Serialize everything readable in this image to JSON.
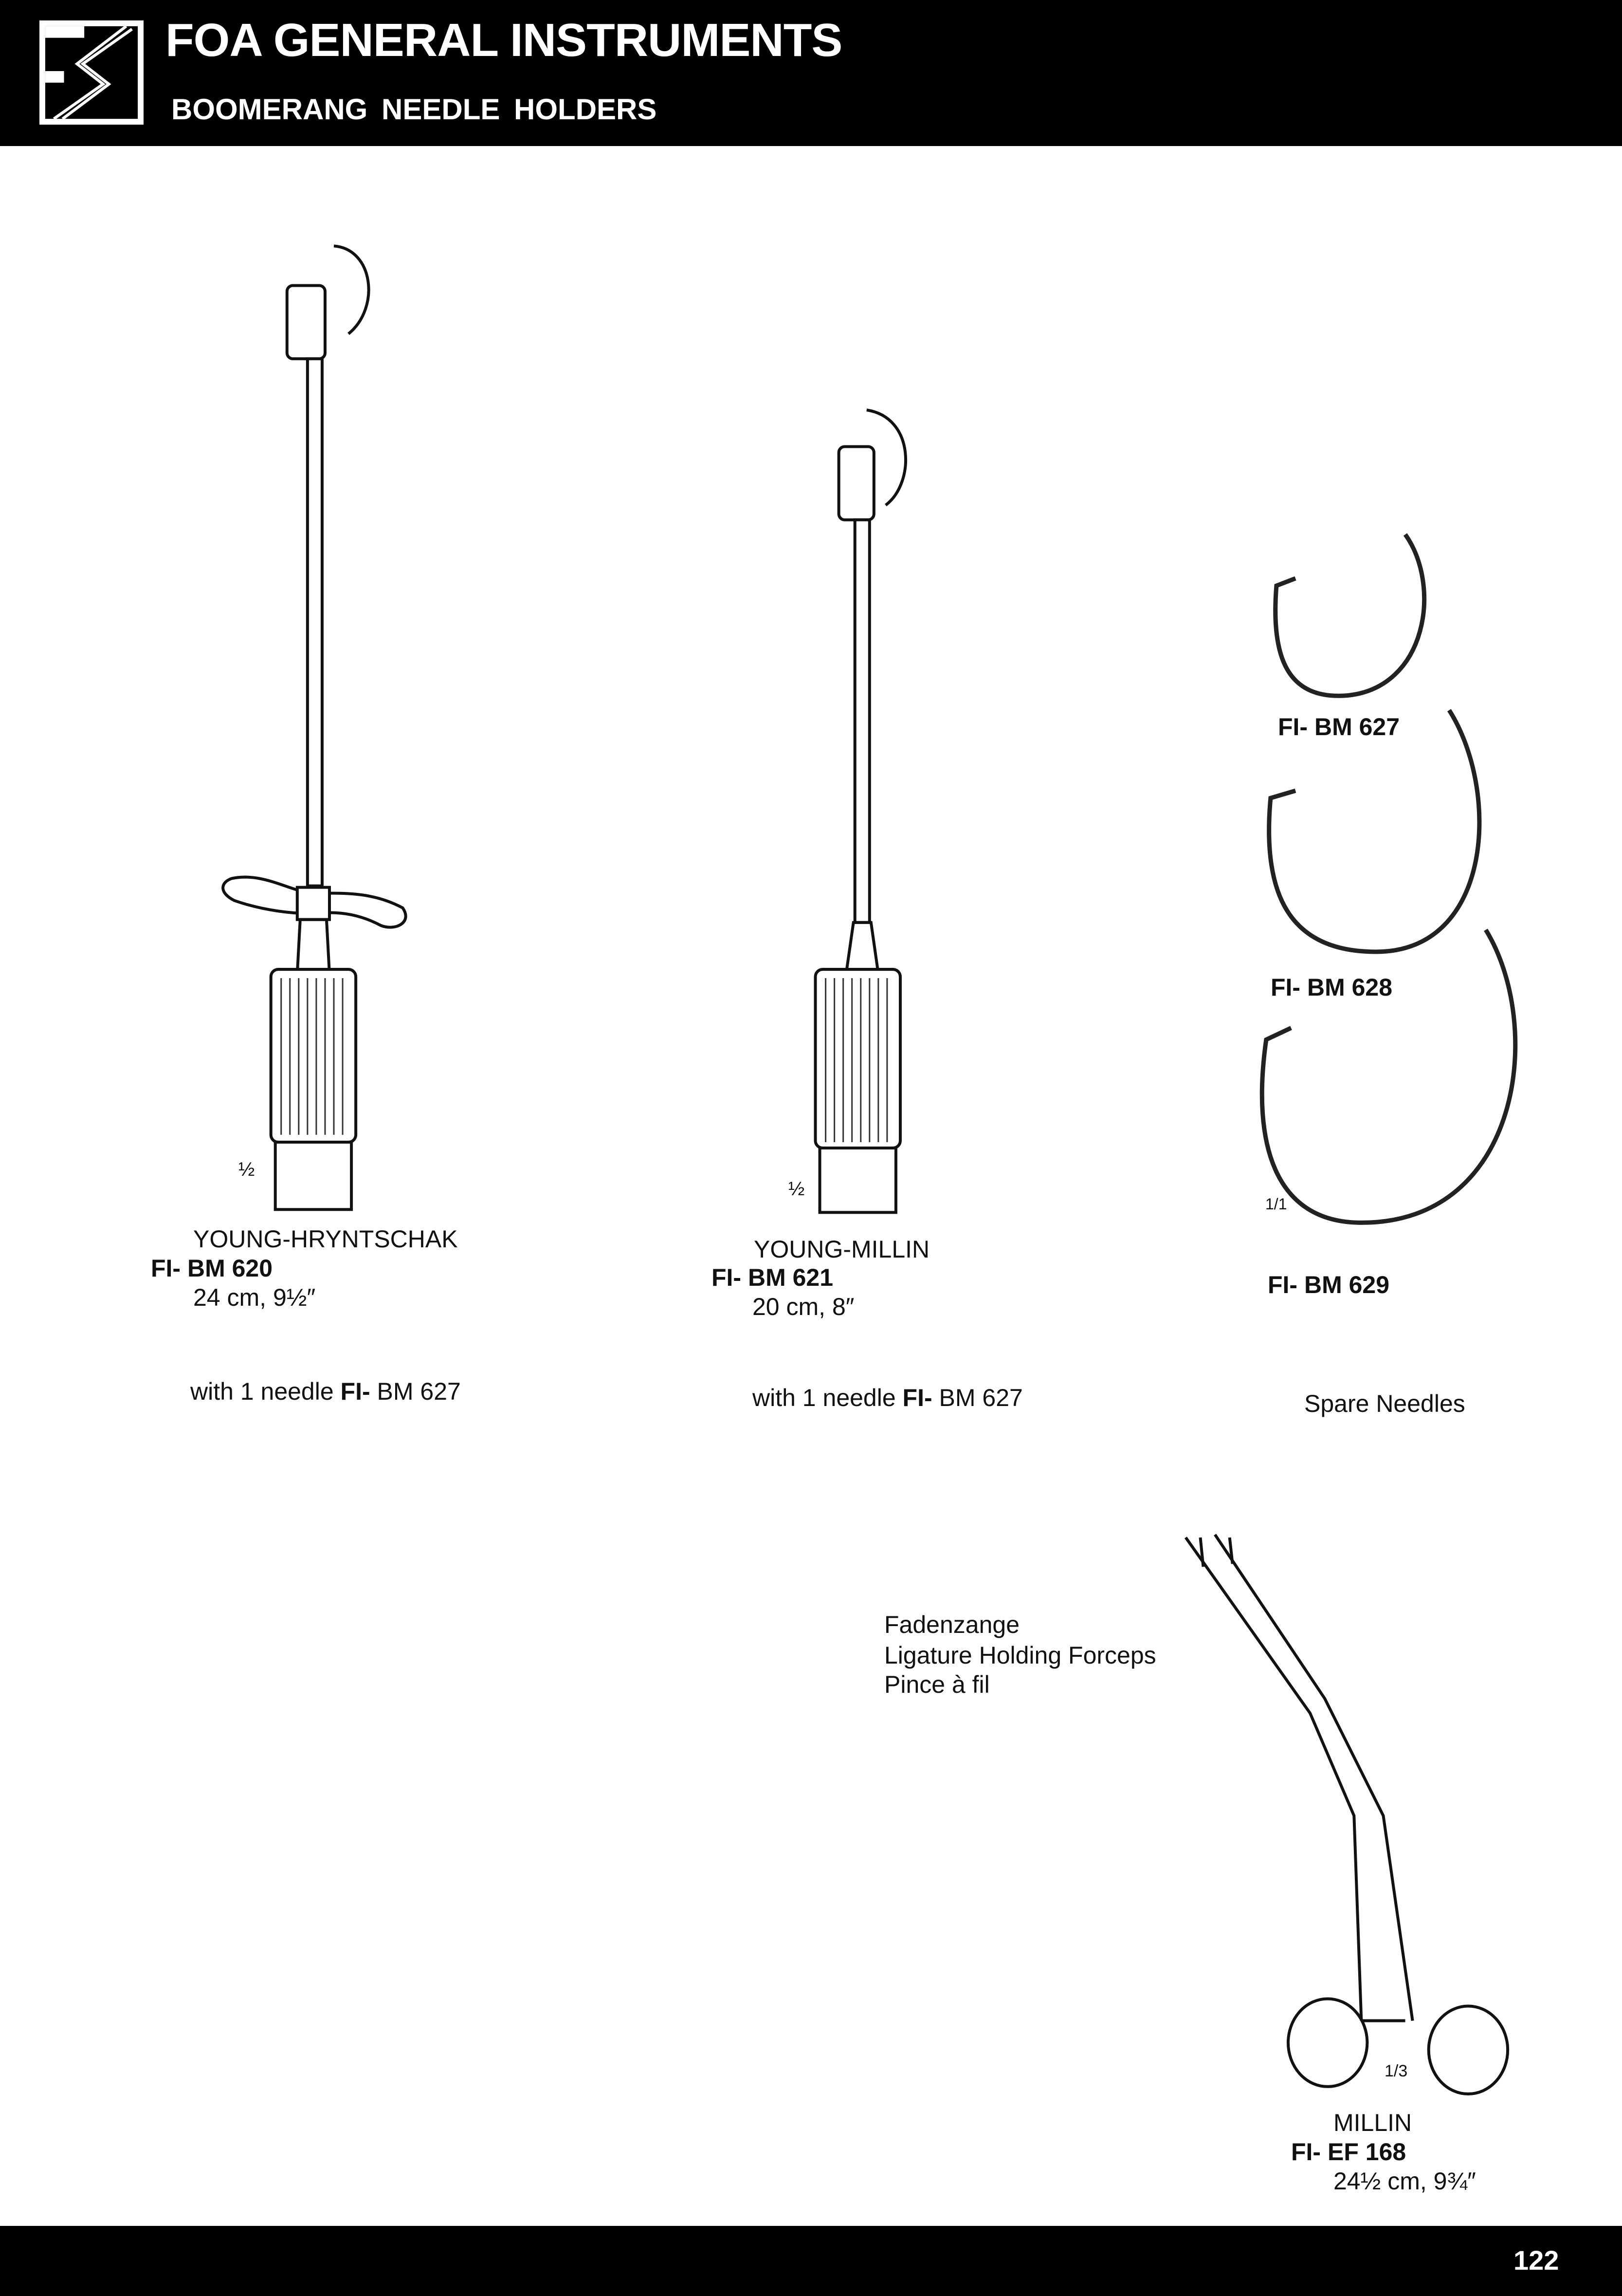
{
  "header": {
    "title": "FOA GENERAL INSTRUMENTS",
    "subtitle": "BOOMERANG  NEEDLE HOLDERS",
    "logo_text": "FS"
  },
  "products": [
    {
      "name": "YOUNG-HRYNTSCHAK",
      "code": "FI- BM 620",
      "size": "24 cm, 9½″",
      "scale": "½",
      "note": "with 1 needle FI- BM 627",
      "note_prefix": "with 1 needle ",
      "note_bold": "FI-",
      "note_code": " BM 627"
    },
    {
      "name": "YOUNG-MILLIN",
      "code": "FI- BM 621",
      "size": "20 cm, 8″",
      "scale": "½",
      "note_prefix": "with 1 needle ",
      "note_bold": "FI-",
      "note_code": " BM 627"
    }
  ],
  "needles": {
    "items": [
      "FI- BM 627",
      "FI- BM 628",
      "FI- BM 629"
    ],
    "scale": "1/1",
    "caption": "Spare Needles"
  },
  "forceps": {
    "desc": [
      "Fadenzange",
      "Ligature Holding Forceps",
      "Pince à fil"
    ],
    "name": "MILLIN",
    "code": "FI- EF 168",
    "size": "24½ cm, 9¾″",
    "scale": "1/3"
  },
  "footer": {
    "page_number": "122"
  }
}
